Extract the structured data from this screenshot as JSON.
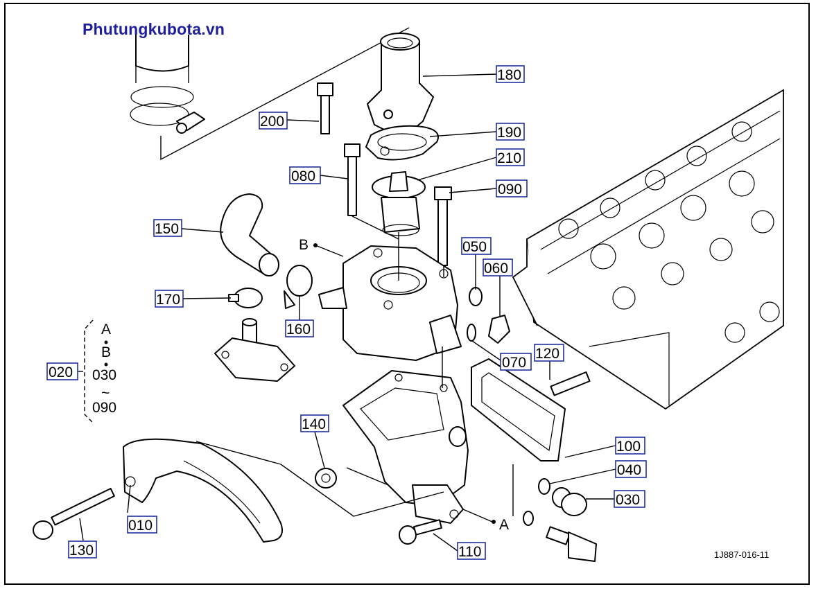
{
  "watermark": "Phutungkubota.vn",
  "drawing_code": "1J887-016-11",
  "callouts": [
    {
      "id": "180",
      "text": "180"
    },
    {
      "id": "200",
      "text": "200"
    },
    {
      "id": "190",
      "text": "190"
    },
    {
      "id": "210",
      "text": "210"
    },
    {
      "id": "080",
      "text": "080"
    },
    {
      "id": "090",
      "text": "090"
    },
    {
      "id": "150",
      "text": "150"
    },
    {
      "id": "050",
      "text": "050"
    },
    {
      "id": "060",
      "text": "060"
    },
    {
      "id": "170",
      "text": "170"
    },
    {
      "id": "160",
      "text": "160"
    },
    {
      "id": "070",
      "text": "070"
    },
    {
      "id": "120",
      "text": "120"
    },
    {
      "id": "020",
      "text": "020"
    },
    {
      "id": "140",
      "text": "140"
    },
    {
      "id": "100",
      "text": "100"
    },
    {
      "id": "040",
      "text": "040"
    },
    {
      "id": "030",
      "text": "030"
    },
    {
      "id": "010",
      "text": "010"
    },
    {
      "id": "130",
      "text": "130"
    },
    {
      "id": "110",
      "text": "110"
    }
  ],
  "refs": {
    "b": "B",
    "a": "A"
  },
  "bracket": {
    "l1": "A",
    "l2": "B",
    "l3": "030",
    "l4": "~",
    "l5": "090"
  }
}
